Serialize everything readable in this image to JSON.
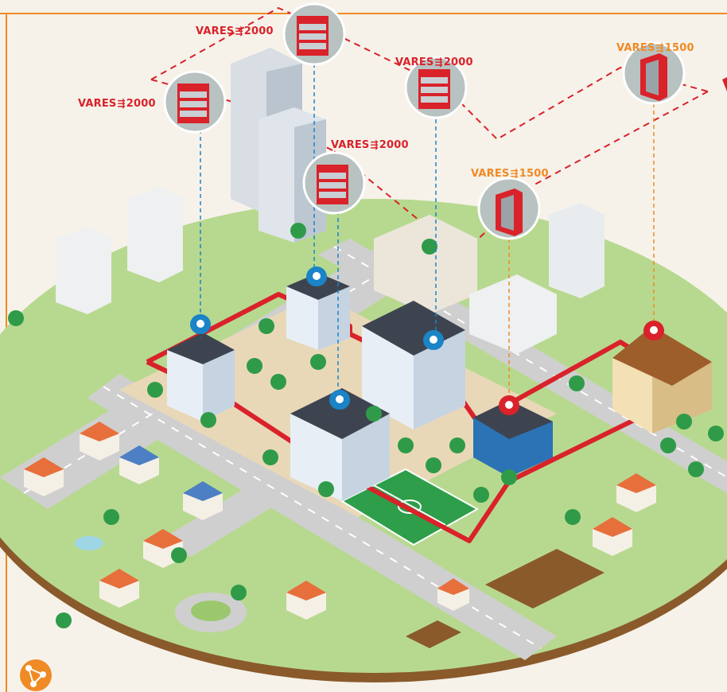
{
  "colors": {
    "brand_red": "#d9222a",
    "accent_orange": "#f08a24",
    "pin_blue": "#1a84c7",
    "grass": "#a7cf7a",
    "road": "#c9c9c9",
    "soil": "#9b6b3a"
  },
  "labels": {
    "top": {
      "name": "VARES",
      "model": "2000"
    },
    "left": {
      "name": "VARES",
      "model": "2000"
    },
    "center": {
      "name": "VARES",
      "model": "2000"
    },
    "right_red": {
      "name": "VARES",
      "model": "2000"
    },
    "mid_orange": {
      "name": "VARES",
      "model": "1500"
    },
    "far_orange": {
      "name": "VARES",
      "model": "1500"
    }
  },
  "icons": {
    "device_red": "server-cabinet-icon",
    "device_gray": "door-detector-icon",
    "pin": "map-pin-icon",
    "logo": "network-logo-icon"
  }
}
